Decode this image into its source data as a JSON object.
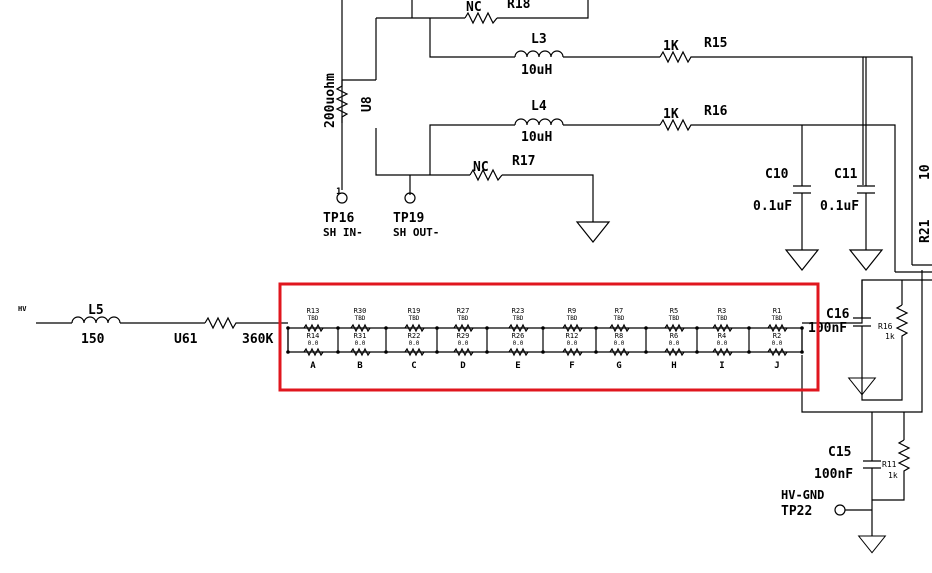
{
  "labels": {
    "r18": "R18",
    "nc_top": "NC",
    "l3": "L3",
    "l3_val": "10uH",
    "r15_val": "1K",
    "r15": "R15",
    "l4": "L4",
    "l4_val": "10uH",
    "r16_val": "1K",
    "r16": "R16",
    "u8": "U8",
    "u8_val": "200uohm",
    "nc_r17": "NC",
    "r17": "R17",
    "tp16": "TP16",
    "tp16_net": "SH IN-",
    "tp16_pin": "1",
    "tp19": "TP19",
    "tp19_net": "SH OUT-",
    "c10": "C10",
    "c10_val": "0.1uF",
    "c11": "C11",
    "c11_val": "0.1uF",
    "r21": "R21",
    "r21_top": "10",
    "hv_net": "HV",
    "l5": "L5",
    "l5_val": "150",
    "u61": "U61",
    "u61_val": "360K",
    "c16": "C16",
    "c16_val": "100nF",
    "r16b": "R16",
    "r16b_val": "1k",
    "c15": "C15",
    "c15_val": "100nF",
    "r11": "R11",
    "r11_val": "1k",
    "hv_gnd": "HV-GND",
    "tp22": "TP22"
  },
  "resistor_array": [
    {
      "col": "A",
      "top": "R13",
      "top_val": "TBD",
      "bot": "R14",
      "bot_val": "0.0"
    },
    {
      "col": "B",
      "top": "R30",
      "top_val": "TBD",
      "bot": "R31",
      "bot_val": "0.0"
    },
    {
      "col": "C",
      "top": "R19",
      "top_val": "TBD",
      "bot": "R22",
      "bot_val": "0.0"
    },
    {
      "col": "D",
      "top": "R27",
      "top_val": "TBD",
      "bot": "R29",
      "bot_val": "0.0"
    },
    {
      "col": "E",
      "top": "R23",
      "top_val": "TBD",
      "bot": "R26",
      "bot_val": "0.0"
    },
    {
      "col": "F",
      "top": "R9",
      "top_val": "TBD",
      "bot": "R12",
      "bot_val": "0.0"
    },
    {
      "col": "G",
      "top": "R7",
      "top_val": "TBD",
      "bot": "R8",
      "bot_val": "0.0"
    },
    {
      "col": "H",
      "top": "R5",
      "top_val": "TBD",
      "bot": "R6",
      "bot_val": "0.0"
    },
    {
      "col": "I",
      "top": "R3",
      "top_val": "TBD",
      "bot": "R4",
      "bot_val": "0.0"
    },
    {
      "col": "J",
      "top": "R1",
      "top_val": "TBD",
      "bot": "R2",
      "bot_val": "0.0"
    }
  ],
  "highlight_color": "#e0161e"
}
